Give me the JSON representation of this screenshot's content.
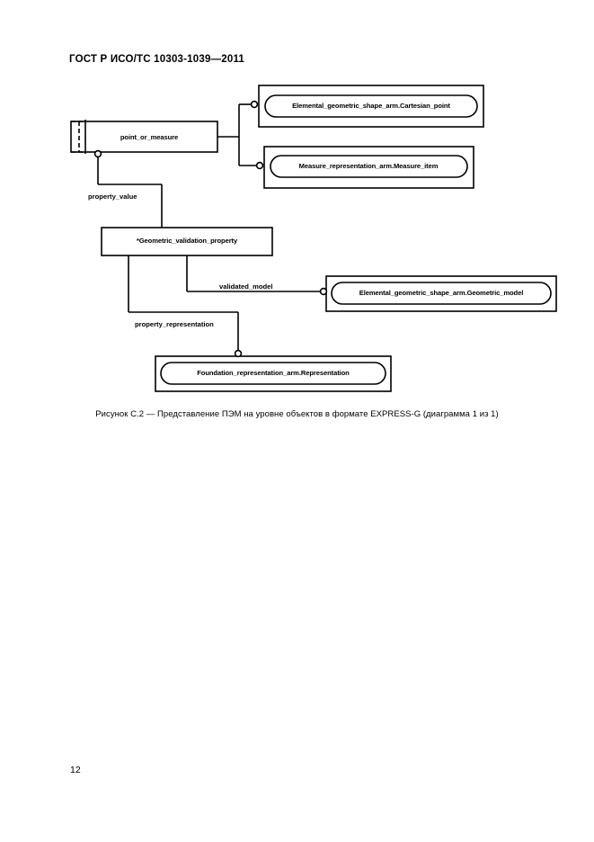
{
  "document": {
    "header": "ГОСТ Р ИСО/ТС 10303-1039—2011",
    "page_number": "12",
    "figure_caption": "Рисунок С.2 — Представление ПЭМ на уровне объектов в формате EXPRESS-G (диаграмма 1 из 1)"
  },
  "diagram": {
    "type": "EXPRESS-G",
    "nodes": [
      {
        "id": "point_or_measure",
        "label": "point_or_measure",
        "kind": "select-type",
        "shape": "rectangle-dashed-left"
      },
      {
        "id": "cartesian_point",
        "label": "Elemental_geometric_shape_arm.Cartesian_point",
        "kind": "external-entity-reference",
        "shape": "rounded-in-rectangle"
      },
      {
        "id": "measure_item",
        "label": "Measure_representation_arm.Measure_item",
        "kind": "external-entity-reference",
        "shape": "rounded-in-rectangle"
      },
      {
        "id": "geometric_validation_property",
        "label": "*Geometric_validation_property",
        "kind": "entity",
        "shape": "rectangle"
      },
      {
        "id": "geometric_model",
        "label": "Elemental_geometric_shape_arm.Geometric_model",
        "kind": "external-entity-reference",
        "shape": "rounded-in-rectangle"
      },
      {
        "id": "representation",
        "label": "Foundation_representation_arm.Representation",
        "kind": "external-entity-reference",
        "shape": "rounded-in-rectangle"
      }
    ],
    "edges": [
      {
        "id": "edge_select_cartesian_point",
        "label": "",
        "from": "point_or_measure",
        "to": "cartesian_point"
      },
      {
        "id": "edge_select_measure_item",
        "label": "",
        "from": "point_or_measure",
        "to": "measure_item"
      },
      {
        "id": "edge_property_value",
        "label": "property_value",
        "from": "geometric_validation_property",
        "to": "point_or_measure"
      },
      {
        "id": "edge_validated_model",
        "label": "validated_model",
        "from": "geometric_validation_property",
        "to": "geometric_model"
      },
      {
        "id": "edge_property_representation",
        "label": "property_representation",
        "from": "geometric_validation_property",
        "to": "representation"
      }
    ]
  }
}
